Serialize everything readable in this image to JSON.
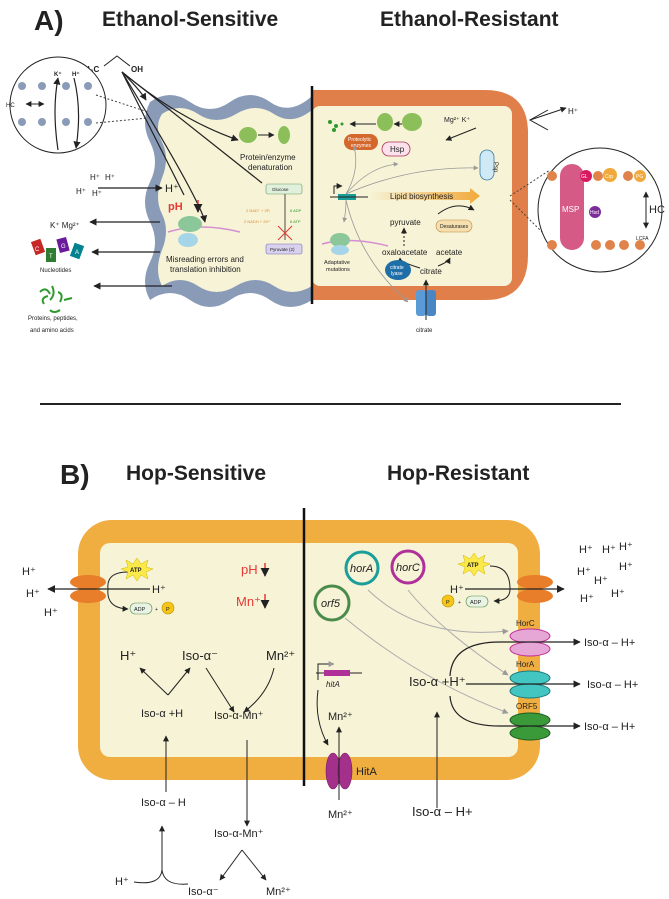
{
  "panel_a": {
    "label": "A)",
    "sensitive_title": "Ethanol-Sensitive",
    "resistant_title": "Ethanol-Resistant",
    "ethanol": {
      "left": "H₃C",
      "right": "OH"
    },
    "inset_left": {
      "hc": "HC",
      "k": "K⁺",
      "h": "H⁺"
    },
    "outside_left": {
      "protons": [
        "H⁺",
        "H⁺",
        "H⁺",
        "H⁺"
      ],
      "proton_in": "H⁺",
      "ions": "K⁺ Mg²⁺",
      "nucleotides_label": "Nucleotides",
      "nucleotide_letters": [
        "C",
        "T",
        "G",
        "A"
      ],
      "proteins_label_1": "Proteins, peptides,",
      "proteins_label_2": "and amino acids"
    },
    "sensitive_cell": {
      "ph_label": "pH",
      "denaturation_1": "Protein/enzyme",
      "denaturation_2": "denaturation",
      "glucose": "Glucose",
      "nad": "2 NAD⁺ + 2Pᵢ",
      "nadh": "2 NADH + 2H⁺",
      "adp": "6 ADP",
      "atp": "6 ATP",
      "pyruvate": "Pyruvate (2)",
      "misreading_1": "Misreading errors and",
      "misreading_2": "translation inhibition"
    },
    "resistant_cell": {
      "proteolytic_1": "Proteolytic",
      "proteolytic_2": "enzymes",
      "hsp": "Hsp",
      "psp": "Psp",
      "ions": "Mg²⁺ K⁺",
      "proton_out": "H⁺",
      "lipid": "Lipid biosynthesis",
      "desaturases": "Desaturases",
      "pyruvate": "pyruvate",
      "oxaloacetate": "oxaloacetate",
      "acetate": "acetate",
      "citrate": "citrate",
      "citrate_lyase_1": "citrate",
      "citrate_lyase_2": "lyase",
      "adaptative_1": "Adaptative",
      "adaptative_2": "mutations",
      "citrate_outside": "citrate"
    },
    "inset_right": {
      "msp": "MSP",
      "gl": "GL",
      "crp": "Crp",
      "pg": "PG",
      "hsd": "Hsd",
      "hc": "HC",
      "lcfa": "LCFA"
    }
  },
  "panel_b": {
    "label": "B)",
    "sensitive_title": "Hop-Sensitive",
    "resistant_title": "Hop-Resistant",
    "sensitive": {
      "outside_protons": [
        "H⁺",
        "H⁺",
        "H⁺"
      ],
      "atp": "ATP",
      "h_in": "H⁺",
      "adp": "ADP",
      "p": "P",
      "plus": "+",
      "ph": "pH",
      "mn": "Mn⁺",
      "h_top": "H⁺",
      "iso_minus": "Iso-α⁻",
      "mn2_top": "Mn²⁺",
      "iso_h": "Iso-α +H",
      "iso_mn": "Iso-α-Mn⁺",
      "iso_h_out": "Iso-α – H",
      "iso_mn_out": "Iso-α-Mn⁺",
      "h_bottom": "H⁺",
      "iso_minus_bottom": "Iso-α⁻",
      "mn2_bottom": "Mn²⁺"
    },
    "resistant": {
      "hora": "horA",
      "horc": "horC",
      "orf5": "orf5",
      "atp": "ATP",
      "h_in": "H⁺",
      "p": "P",
      "plus": "+",
      "adp": "ADP",
      "outside_protons": [
        "H⁺",
        "H⁺",
        "H⁺",
        "H⁺",
        "H⁺",
        "H⁺",
        "H⁺",
        "H⁺"
      ],
      "hita_gene": "hitA",
      "mn2_in": "Mn²⁺",
      "hita": "HitA",
      "mn2_out": "Mn²⁺",
      "iso_h_in": "Iso-α +H⁺",
      "iso_h_outside": "Iso-α – H+",
      "horc_protein": "HorC",
      "hora_protein": "HorA",
      "orf5_protein": "ORF5",
      "export_1": "Iso-α – H+",
      "export_2": "Iso-α – H+",
      "export_3": "Iso-α – H+"
    }
  },
  "colors": {
    "cytoplasm": "#f6f3d6",
    "sensitive_wall": "#8a9bb8",
    "resistant_wall": "#e07f4a",
    "hop_wall": "#f0ae40",
    "red_text": "#e53935"
  }
}
